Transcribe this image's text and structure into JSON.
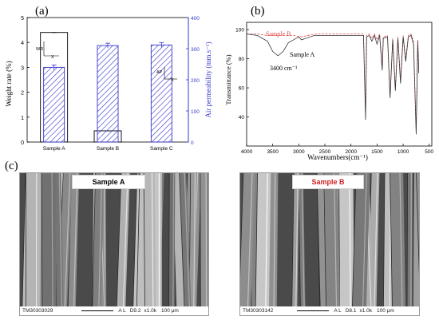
{
  "panel_a": {
    "label": "(a)",
    "chart_data": {
      "type": "bar",
      "categories": [
        "Sample A",
        "Sample B",
        "Sample C"
      ],
      "ylabel": "Weight rate (%)",
      "y2label": "Air permeability (mm.s⁻¹)",
      "ylim": [
        0,
        5
      ],
      "y2lim": [
        0,
        400
      ],
      "yticks": [
        "0",
        "1",
        "2",
        "3",
        "4",
        "5"
      ],
      "y2ticks": [
        "0",
        "100",
        "200",
        "300",
        "400"
      ],
      "series": [
        {
          "axis": "left",
          "values": [
            4.4,
            0.45,
            0
          ],
          "style": "open"
        },
        {
          "axis": "right",
          "values": [
            240,
            310,
            312
          ],
          "style": "hatched"
        }
      ],
      "annotations": [
        "WR",
        "X",
        "AP",
        "X"
      ],
      "colors": {
        "right_axis": "#3333cc",
        "hatch": "#3333cc",
        "left_axis": "#000000"
      }
    }
  },
  "panel_b": {
    "label": "(b)",
    "chart_data": {
      "type": "line",
      "xlabel": "Wavenumbers(cm⁻¹)",
      "ylabel": "Transmittance (%)",
      "xlim": [
        4000,
        450
      ],
      "ylim": [
        20,
        105
      ],
      "xticks": [
        "4000",
        "3500",
        "3000",
        "2500",
        "2000",
        "1500",
        "1000",
        "500"
      ],
      "yticks": [
        "40",
        "60",
        "80",
        "100"
      ],
      "series": [
        {
          "name": "Sample B",
          "color": "#e05050",
          "x": [
            4000,
            3800,
            3600,
            3450,
            3300,
            3100,
            2950,
            2700,
            2400,
            2100,
            1900,
            1760,
            1720,
            1700,
            1650,
            1600,
            1550,
            1500,
            1450,
            1400,
            1380,
            1300,
            1250,
            1200,
            1150,
            1100,
            1050,
            1000,
            950,
            900,
            850,
            800,
            750,
            720,
            700
          ],
          "y": [
            97,
            97,
            96,
            96,
            96,
            96,
            95,
            97,
            97,
            97,
            97,
            97,
            40,
            96,
            97,
            94,
            97,
            93,
            97,
            75,
            95,
            96,
            55,
            94,
            60,
            95,
            65,
            96,
            80,
            96,
            97,
            92,
            30,
            93,
            72
          ]
        },
        {
          "name": "Sample A",
          "color": "#333333",
          "x": [
            4000,
            3800,
            3600,
            3500,
            3400,
            3300,
            3200,
            3000,
            2950,
            2700,
            2400,
            2100,
            1900,
            1760,
            1720,
            1700,
            1650,
            1600,
            1550,
            1500,
            1450,
            1400,
            1380,
            1300,
            1250,
            1200,
            1150,
            1100,
            1050,
            1000,
            950,
            900,
            850,
            800,
            750,
            720,
            700
          ],
          "y": [
            97,
            96,
            92,
            85,
            82,
            85,
            91,
            95,
            93,
            96,
            96,
            96,
            96,
            96,
            38,
            95,
            96,
            92,
            96,
            90,
            96,
            72,
            94,
            95,
            53,
            93,
            58,
            94,
            63,
            95,
            78,
            95,
            96,
            90,
            28,
            92,
            70
          ]
        }
      ],
      "annotations": [
        "Sample B",
        "Sample A",
        "3400 cm⁻¹"
      ]
    }
  },
  "panel_c": {
    "label": "(c)",
    "sem_left": {
      "title": "Sample A",
      "code": "TM30303029",
      "info": [
        "A L",
        "D9.2",
        "x1.0k",
        "100 μm"
      ]
    },
    "sem_right": {
      "title": "Sample B",
      "title_color": "#d12020",
      "code": "TM30303142",
      "info": [
        "A L",
        "D8.1",
        "x1.0k",
        "100 μm"
      ]
    }
  }
}
